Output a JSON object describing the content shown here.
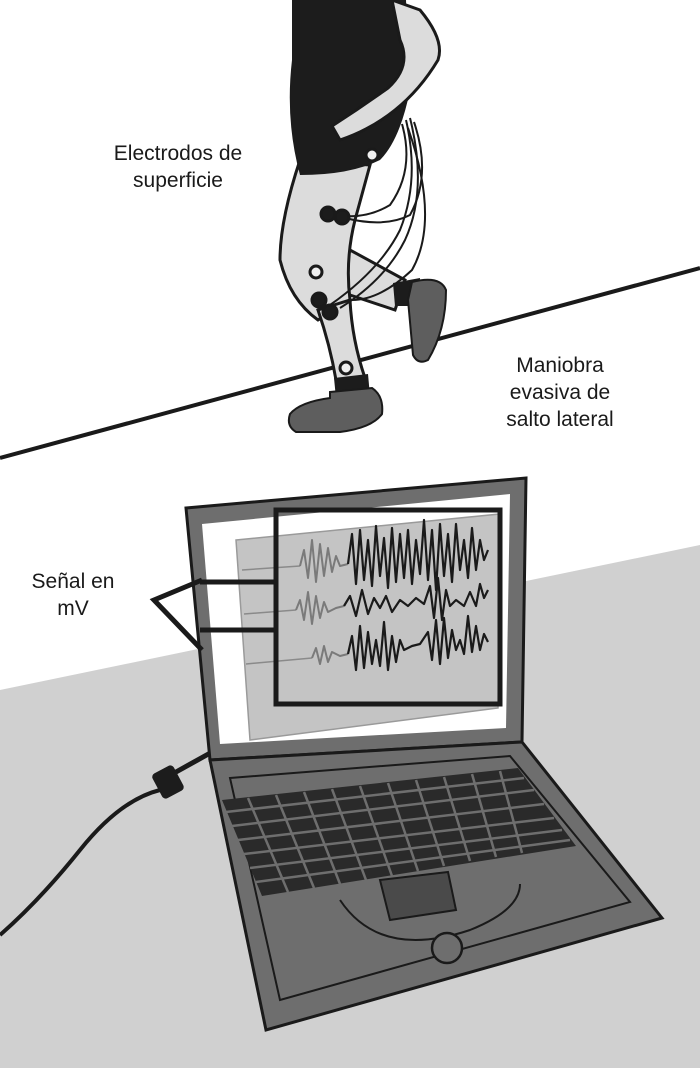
{
  "labels": {
    "electrodes": [
      "Electrodos de",
      "superficie"
    ],
    "maneuver": [
      "Maniobra",
      "evasiva de",
      "salto lateral"
    ],
    "signal": [
      "Señal en",
      "mV"
    ]
  },
  "colors": {
    "ink": "#1a1a1a",
    "floor": "#d0d0d0",
    "laptop_body": "#6e6e6e",
    "laptop_dark": "#4a4a4a",
    "screen": "#ffffff",
    "signal_panel": "#c4c4c4",
    "skin": "#dcdcdc",
    "shorts": "#1c1c1c",
    "shoe": "#5e5e5e"
  }
}
